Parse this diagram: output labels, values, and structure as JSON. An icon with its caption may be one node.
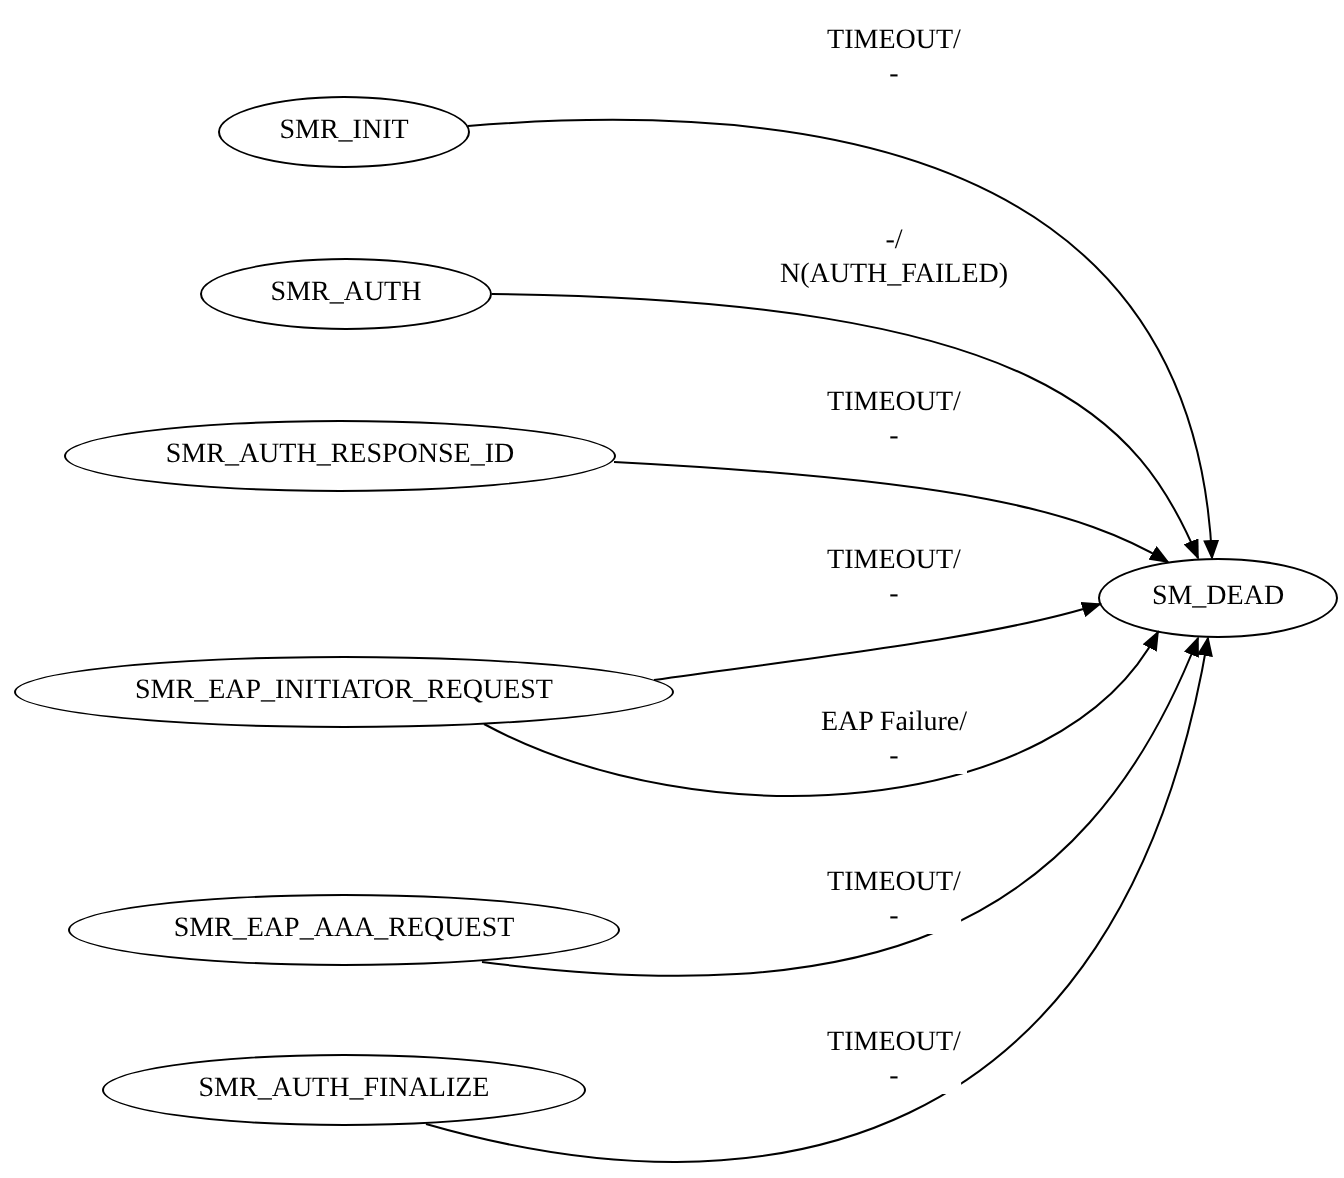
{
  "diagram": {
    "nodes": [
      {
        "text": [
          "SMR_INIT"
        ]
      },
      {
        "text": [
          "SMR_AUTH"
        ]
      },
      {
        "text": [
          "SMR_AUTH_RESPONSE_ID"
        ]
      },
      {
        "text": [
          "SMR_EAP_INITIATOR_REQUEST"
        ]
      },
      {
        "text": [
          "SMR_EAP_AAA_REQUEST"
        ]
      },
      {
        "text": [
          "SMR_AUTH_FINALIZE"
        ]
      },
      {
        "text": [
          "SM_DEAD"
        ]
      }
    ],
    "edges": [
      {
        "from": 0,
        "to": 6,
        "arrow": "to",
        "label": "TIMEOUT/ -"
      },
      {
        "from": 1,
        "to": 6,
        "arrow": "to",
        "label": "-/ N(AUTH_FAILED)"
      },
      {
        "from": 2,
        "to": 6,
        "arrow": "to",
        "label": "TIMEOUT/ -"
      },
      {
        "from": 3,
        "to": 6,
        "arrow": "to",
        "label": "TIMEOUT/ -"
      },
      {
        "from": 3,
        "to": 6,
        "arrow": "to",
        "label": "EAP Failure/ -"
      },
      {
        "from": 4,
        "to": 6,
        "arrow": "to",
        "label": "TIMEOUT/ -"
      },
      {
        "from": 5,
        "to": 6,
        "arrow": "to",
        "label": "TIMEOUT/ -"
      }
    ]
  }
}
